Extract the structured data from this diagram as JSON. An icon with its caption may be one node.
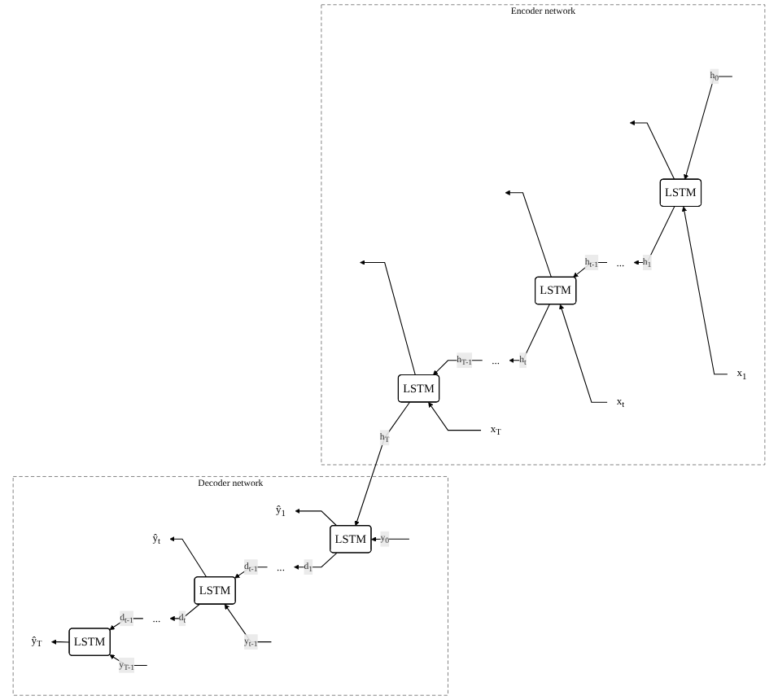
{
  "diagram": {
    "nodes": [
      {
        "text": [
          "Decoder network"
        ]
      },
      {
        "text": [
          "ŷ$_{T}$"
        ],
        "in": 0
      },
      {
        "text": [
          "ŷ$_{t}$"
        ],
        "in": 0
      },
      {
        "text": [
          "ŷ$_{1}$"
        ],
        "in": 0
      },
      {
        "text": [
          "LSTM"
        ],
        "in": 0
      },
      {
        "text": [
          "..."
        ],
        "in": 0
      },
      {
        "text": [
          "LSTM"
        ],
        "in": 0
      },
      {
        "text": [
          "..."
        ],
        "in": 0
      },
      {
        "text": [
          "LSTM"
        ],
        "in": 0
      },
      {
        "text": [
          "Encoder network"
        ]
      },
      {
        "text": [
          "LSTM"
        ],
        "in": 9
      },
      {
        "text": [
          "..."
        ],
        "in": 9
      },
      {
        "text": [
          "LSTM"
        ],
        "in": 9
      },
      {
        "text": [
          "..."
        ],
        "in": 9
      },
      {
        "text": [
          "LSTM"
        ],
        "in": 9
      },
      {
        "text": [
          "x$_{1}$"
        ],
        "in": 9
      },
      {
        "text": [
          "x$_{t}$"
        ],
        "in": 9
      },
      {
        "text": [
          "x$_{T}$"
        ],
        "in": 9
      }
    ],
    "edges": [
      {
        "from": 4,
        "to": 1,
        "arrow": "to"
      },
      {
        "from": 6,
        "to": 2,
        "arrow": "to"
      },
      {
        "from": 8,
        "to": 3,
        "arrow": "to"
      },
      {
        "from": 8,
        "to": 7,
        "arrow": "to",
        "label": "d$_{1}$"
      },
      {
        "from": 7,
        "to": 6,
        "arrow": "to",
        "label": "d$_{t-1}$"
      },
      {
        "from": 6,
        "to": 5,
        "arrow": "to",
        "label": "d$_{t}$"
      },
      {
        "from": 5,
        "to": 4,
        "arrow": "to",
        "label": "d$_{t-1}$"
      },
      {
        "from": null,
        "to": 4,
        "arrow": "to",
        "label": "y$_{T-1}$"
      },
      {
        "from": null,
        "to": 6,
        "arrow": "to",
        "label": "y$_{t-1}$"
      },
      {
        "from": null,
        "to": 8,
        "arrow": "to",
        "label": "y$_{0}$"
      },
      {
        "from": null,
        "to": 10,
        "arrow": "to",
        "label": "h$_{0}$"
      },
      {
        "from": 10,
        "to": 11,
        "arrow": "to",
        "label": "h$_{1}$"
      },
      {
        "from": 11,
        "to": 12,
        "arrow": "to",
        "label": "h$_{t-1}$"
      },
      {
        "from": 12,
        "to": 13,
        "arrow": "to",
        "label": "h$_{t}$"
      },
      {
        "from": 13,
        "to": 14,
        "arrow": "to",
        "label": "h$_{T-1}$"
      },
      {
        "from": 14,
        "to": 8,
        "arrow": "to",
        "label": "h$_{T}$"
      },
      {
        "from": 15,
        "to": 10,
        "arrow": "to"
      },
      {
        "from": 16,
        "to": 12,
        "arrow": "to"
      },
      {
        "from": 17,
        "to": 14,
        "arrow": "to"
      },
      {
        "from": 10,
        "to": null,
        "arrow": "to"
      },
      {
        "from": 12,
        "to": null,
        "arrow": "to"
      },
      {
        "from": 14,
        "to": null,
        "arrow": "to"
      }
    ]
  }
}
